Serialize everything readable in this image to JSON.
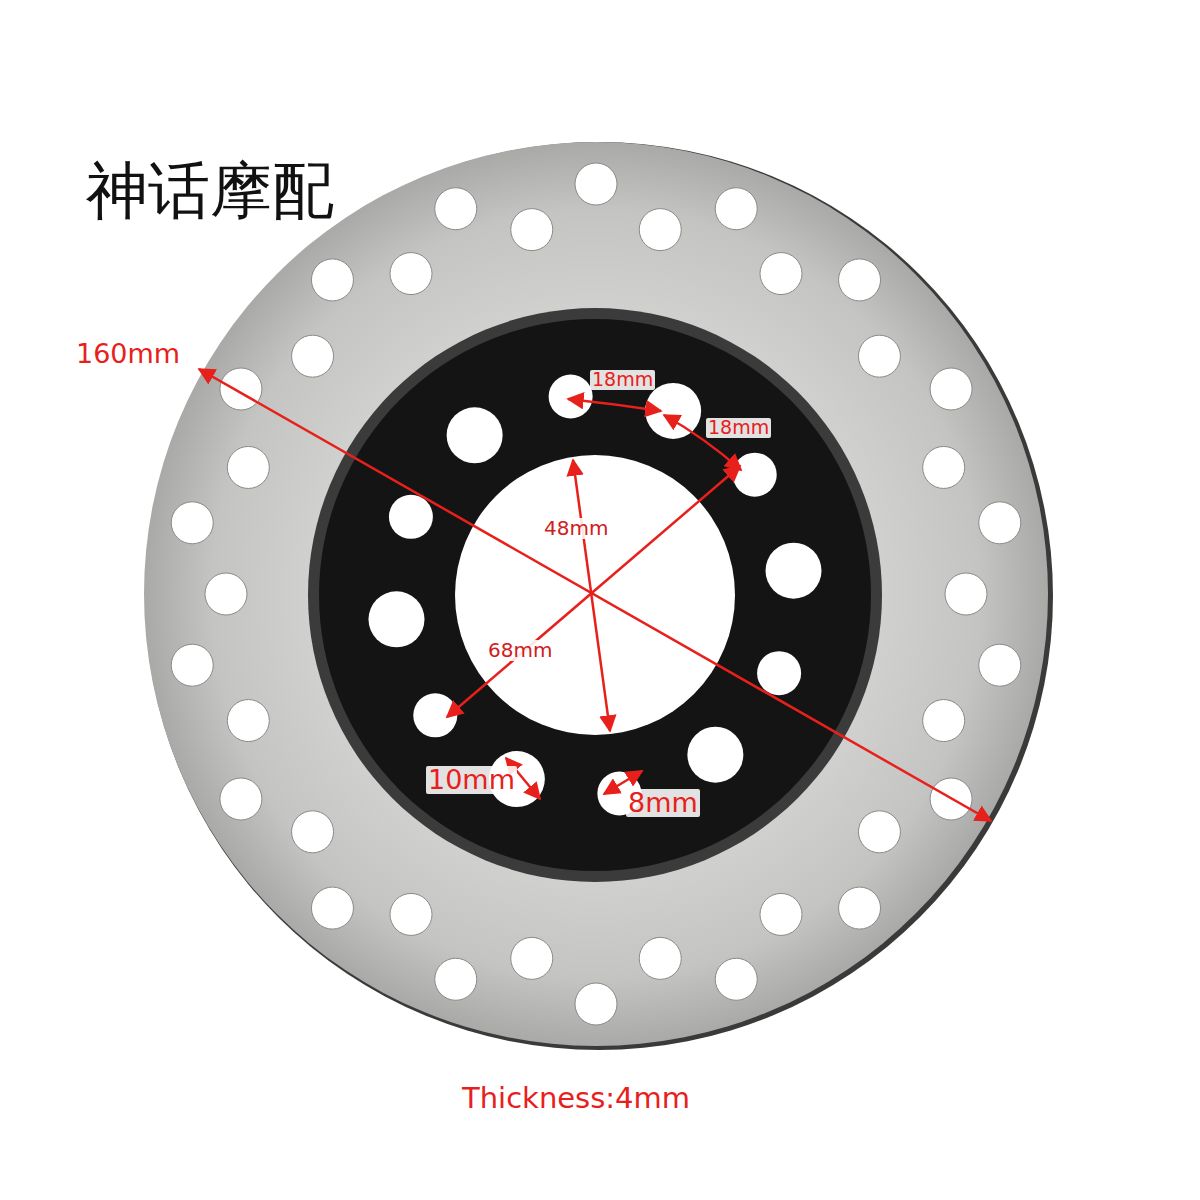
{
  "diagram": {
    "labels": [
      "神话摩配",
      "160mm",
      "18mm",
      "18mm",
      "48mm",
      "68mm",
      "10mm",
      "8mm",
      "Thickness:4mm"
    ]
  }
}
